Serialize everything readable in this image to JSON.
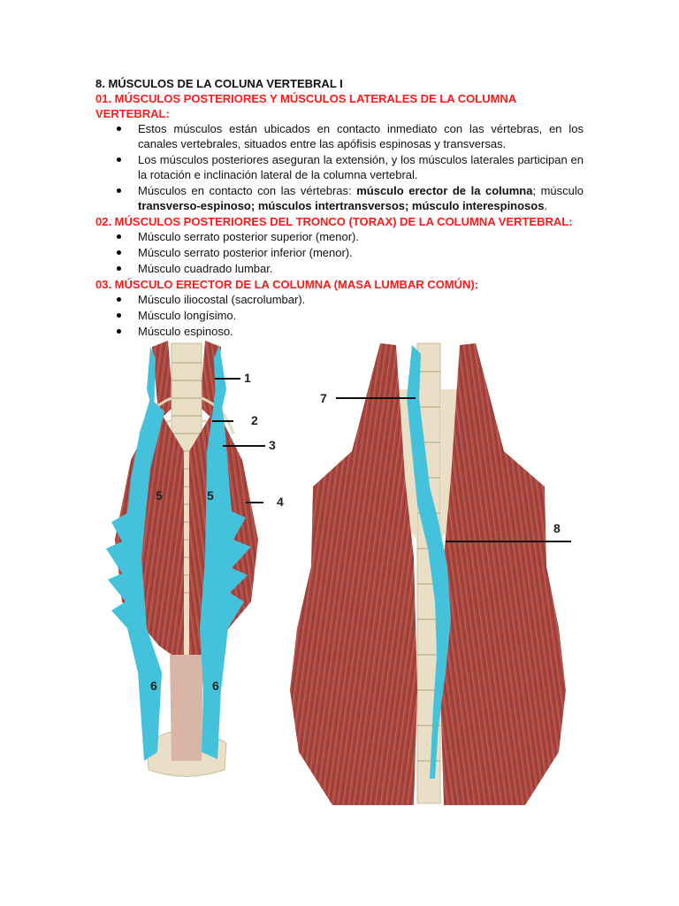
{
  "title": "8. MÚSCULOS DE LA COLUNA VERTEBRAL I",
  "colors": {
    "section": "#ff1a1a",
    "muscle": "#a9463f",
    "highlight": "#44c2dc",
    "bone": "#e9dfc6"
  },
  "section1": {
    "heading": "01. MÚSCULOS POSTERIORES Y MÚSCULOS LATERALES DE LA COLUMNA VERTEBRAL:",
    "bullets": [
      "Estos músculos están ubicados en contacto inmediato con las vértebras, en los canales vertebrales, situados entre las apófisis espinosas y transversas.",
      "Los músculos posteriores aseguran la extensión, y los músculos laterales participan en la rotación e inclinación lateral de la columna vertebral."
    ],
    "bullet3": {
      "t1": "Músculos en contacto con las vértebras: ",
      "b1": "músculo erector de la columna",
      "t2": "; músculo ",
      "b2": "transverso-espinoso; músculos intertransversos; músculo interespinosos",
      "t3": "."
    }
  },
  "section2": {
    "heading": "02. MÚSCULOS POSTERIORES DEL TRONCO (TORAX) DE LA COLUMNA VERTEBRAL:",
    "bullets": [
      "Músculo serrato posterior superior (menor).",
      "Músculo serrato posterior inferior (menor).",
      "Músculo cuadrado lumbar."
    ]
  },
  "section3": {
    "heading": "03. MÚSCULO ERECTOR DE LA COLUMNA (MASA LUMBAR COMÚN):",
    "bullets": [
      "Músculo iliocostal (sacrolumbar).",
      "Músculo longísimo.",
      "Músculo espinoso."
    ]
  },
  "figure_left": {
    "labels": [
      "1",
      "2",
      "3",
      "4",
      "5",
      "5",
      "6",
      "6"
    ]
  },
  "figure_right": {
    "labels": [
      "7",
      "8"
    ]
  }
}
